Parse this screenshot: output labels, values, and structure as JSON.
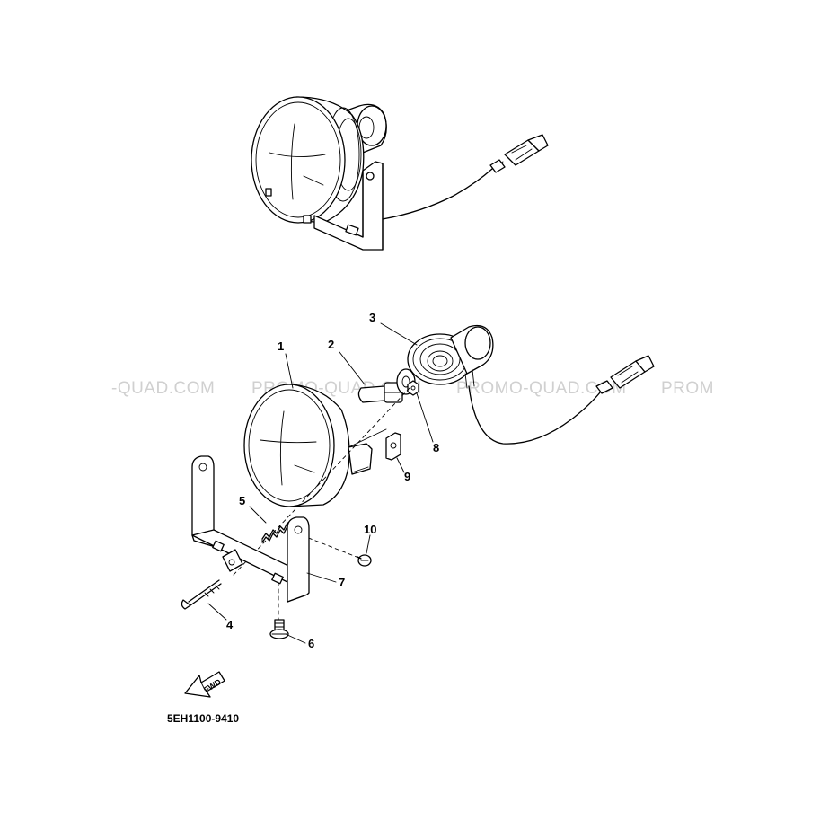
{
  "diagram": {
    "part_number": "5EH1100-9410",
    "fwd_label": "FWD",
    "watermark": {
      "segments": [
        "-QUAD.COM",
        "PROMO-QUAD.COM",
        "PROMO-QUAD.COM",
        "PROM"
      ]
    },
    "callouts": [
      {
        "id": "1",
        "label": "1"
      },
      {
        "id": "2",
        "label": "2"
      },
      {
        "id": "3",
        "label": "3"
      },
      {
        "id": "4",
        "label": "4"
      },
      {
        "id": "5",
        "label": "5"
      },
      {
        "id": "6",
        "label": "6"
      },
      {
        "id": "7",
        "label": "7"
      },
      {
        "id": "8",
        "label": "8"
      },
      {
        "id": "9",
        "label": "9"
      },
      {
        "id": "10",
        "label": "10"
      }
    ]
  }
}
